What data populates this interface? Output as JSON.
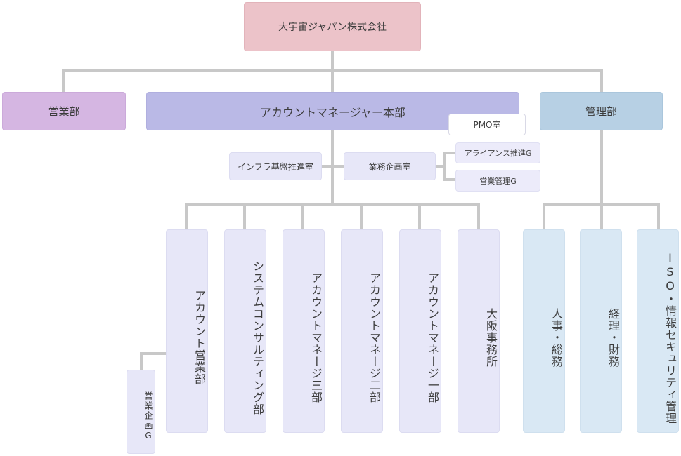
{
  "org": {
    "top": "大宇宙ジャパン株式会社",
    "sales": "営業部",
    "account_mgmt": "アカウントマネージャー本部",
    "management": "管理部",
    "pmo": "PMO室",
    "infra": "インフラ基盤推進室",
    "biz_planning": "業務企画室",
    "alliance": "アライアンス推進G",
    "sales_mgmt_g": "営業管理G",
    "sub_units": [
      "アカウント営業部",
      "システムコンサルティング部",
      "アカウントマネージ三部",
      "アカウントマネージ二部",
      "アカウントマネージ一部",
      "大阪事務所"
    ],
    "sales_planning_g": "営業企画G",
    "admin_units": [
      "人事・総務",
      "経理・財務",
      "ISO・情報セキュリティ管理"
    ]
  },
  "colors": {
    "line": "#c8c8c8",
    "top": "#ecc3c9",
    "sales": "#d5b6e2",
    "account_mgmt": "#bab9e6",
    "management": "#b7d0e4",
    "sub_unit": "#e7e7f8",
    "admin_unit": "#d9e8f4"
  }
}
